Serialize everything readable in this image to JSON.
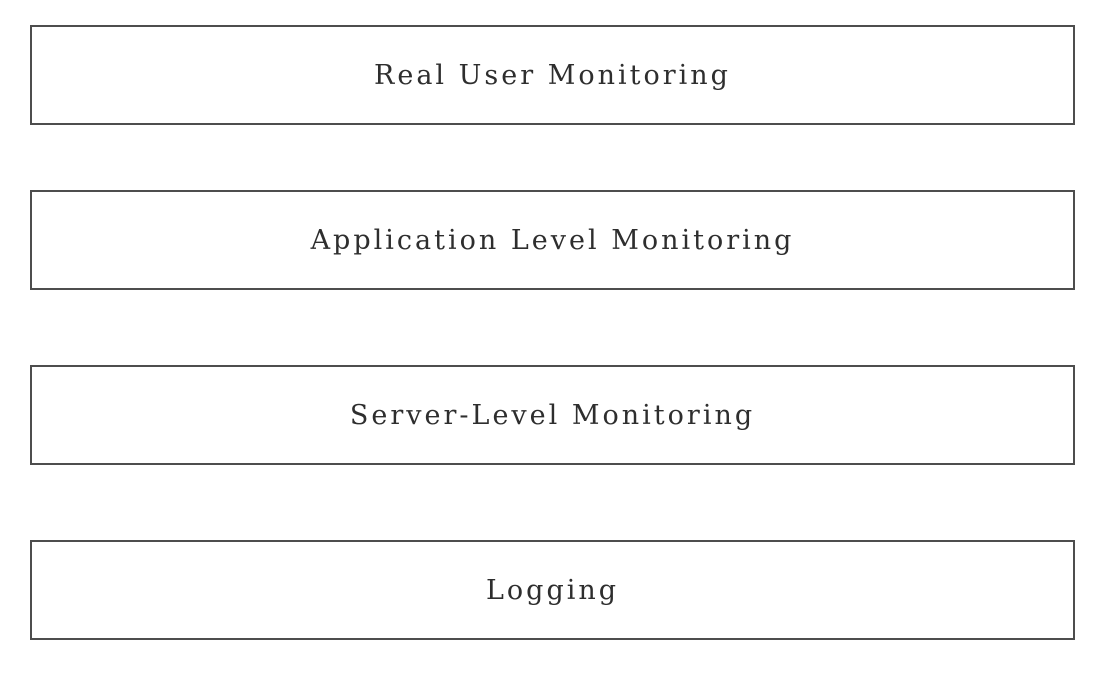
{
  "diagram": {
    "boxes": [
      {
        "label": "Real User Monitoring"
      },
      {
        "label": "Application Level Monitoring"
      },
      {
        "label": "Server-Level Monitoring"
      },
      {
        "label": "Logging"
      }
    ],
    "border_color": "#4d4d4d",
    "background_color": "#ffffff",
    "text_color": "#2e2e2e"
  }
}
